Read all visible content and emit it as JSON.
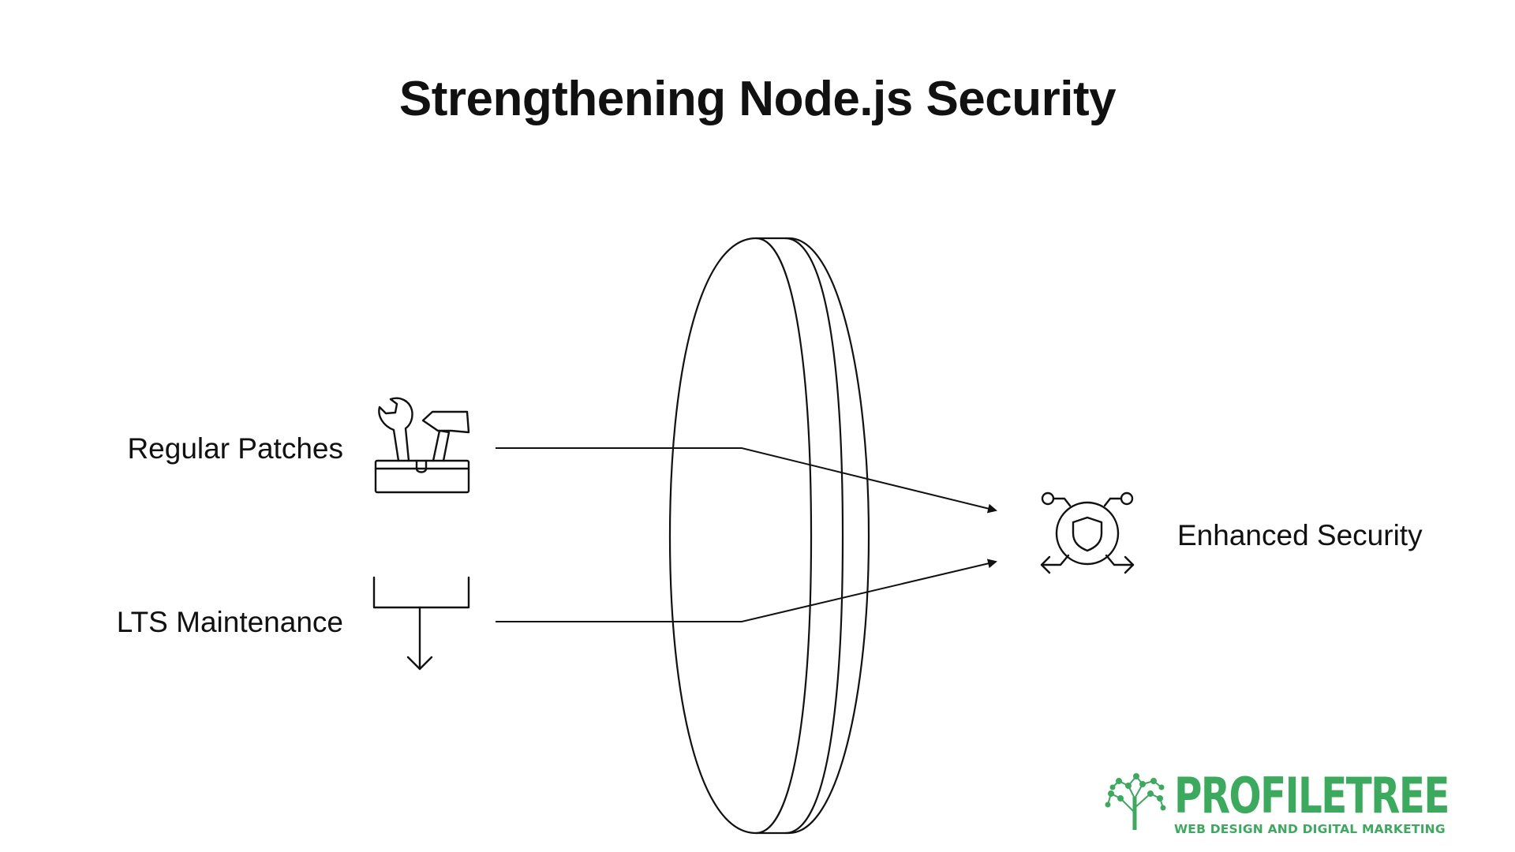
{
  "title": "Strengthening Node.js Security",
  "inputs": [
    {
      "label": "Regular Patches",
      "icon": "tools-icon"
    },
    {
      "label": "LTS Maintenance",
      "icon": "maintenance-arrow-icon"
    }
  ],
  "output": {
    "label": "Enhanced Security",
    "icon": "shield-network-icon"
  },
  "center": {
    "icon": "lens-disc-icon"
  },
  "logo": {
    "name": "PROFILETREE",
    "tagline": "WEB DESIGN AND DIGITAL MARKETING",
    "color": "#3aaa5c"
  },
  "colors": {
    "stroke": "#111111",
    "background": "#ffffff"
  }
}
